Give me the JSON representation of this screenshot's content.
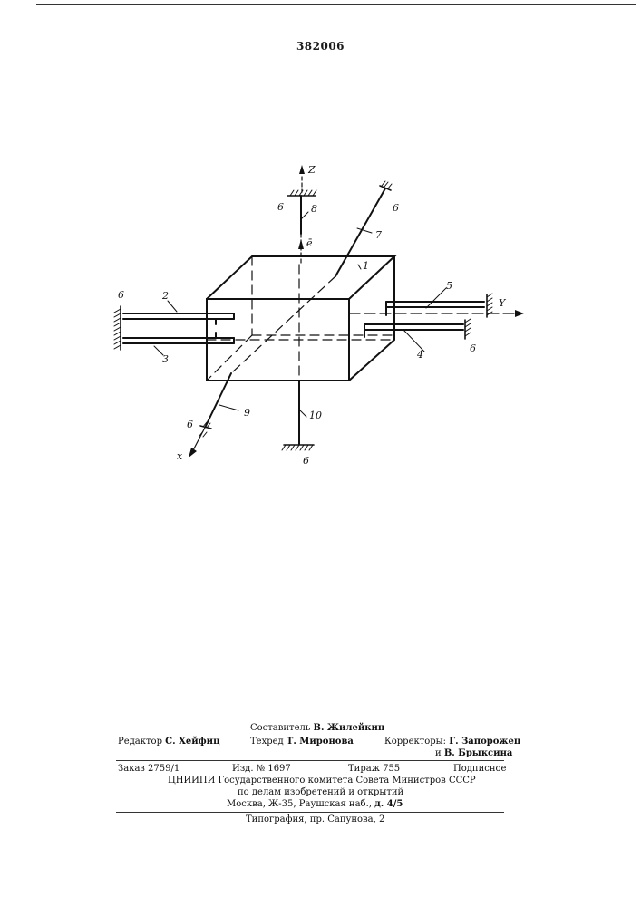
{
  "patent_number": "382006",
  "figure_labels": {
    "axis_z": "Z",
    "axis_y": "Y",
    "axis_x": "x",
    "vector_e": "ē",
    "body": "1",
    "rod_2": "2",
    "rod_3": "3",
    "rod_4": "4",
    "rod_5": "5",
    "base": "6",
    "rod_7": "7",
    "rod_8": "8",
    "rod_9": "9",
    "rod_10": "10"
  },
  "imprint": {
    "compiler_prefix": "Составитель",
    "compiler_name": "В. Жилейкин",
    "editor_prefix": "Редактор",
    "editor_name": "С. Хейфиц",
    "techred_prefix": "Техред",
    "techred_name": "Т. Миронова",
    "correctors_prefix": "Корректоры:",
    "corrector_1": "Г. Запорожец",
    "corrector_and": "и",
    "corrector_2": "В. Брыксина",
    "order": "Заказ 2759/1",
    "edition": "Изд. № 1697",
    "circulation": "Тираж 755",
    "subscription": "Подписное",
    "org_line1": "ЦНИИПИ Государственного комитета Совета Министров СССР",
    "org_line2": "по делам изобретений и открытий",
    "address_prefix": "Москва, Ж-35, Раушская наб.,",
    "address_bold": "д. 4/5",
    "printer": "Типография, пр. Сапунова, 2"
  }
}
